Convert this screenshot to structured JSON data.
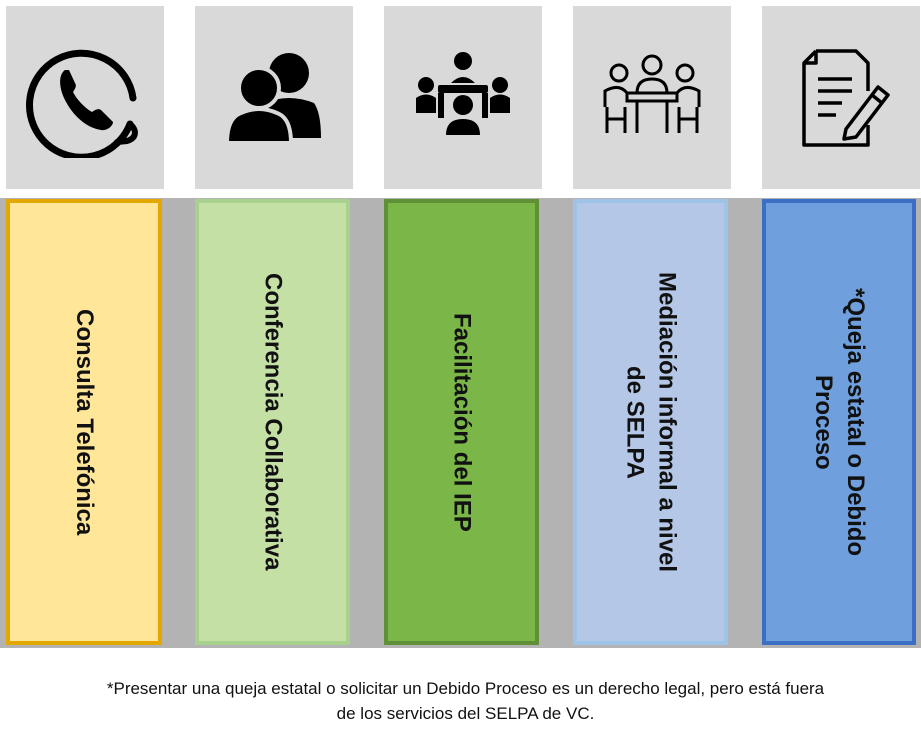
{
  "columns": [
    {
      "id": "consulta",
      "label": "Consulta Telefónica",
      "icon": "phone-icon",
      "fill": "#ffe699",
      "border": "#e2a800"
    },
    {
      "id": "conferencia",
      "label": "Conferencia Collaborativa",
      "icon": "two-people-icon",
      "fill": "#c5e0a5",
      "border": "#a9d18e"
    },
    {
      "id": "facilitacion",
      "label": "Facilitación del IEP",
      "icon": "meeting-table-icon",
      "fill": "#7ab648",
      "border": "#5f8f37"
    },
    {
      "id": "mediacion",
      "label": "Mediación informal a nivel\nde SELPA",
      "icon": "conference-icon",
      "fill": "#b4c7e7",
      "border": "#9dc3e6"
    },
    {
      "id": "queja",
      "label": "*Queja estatal o Debido\nProceso",
      "icon": "document-pen-icon",
      "fill": "#6f9fdc",
      "border": "#3a6fc4"
    }
  ],
  "footnote": "*Presentar una queja estatal o solicitar un Debido Proceso es un derecho legal, pero está fuera\nde los servicios del SELPA de VC."
}
